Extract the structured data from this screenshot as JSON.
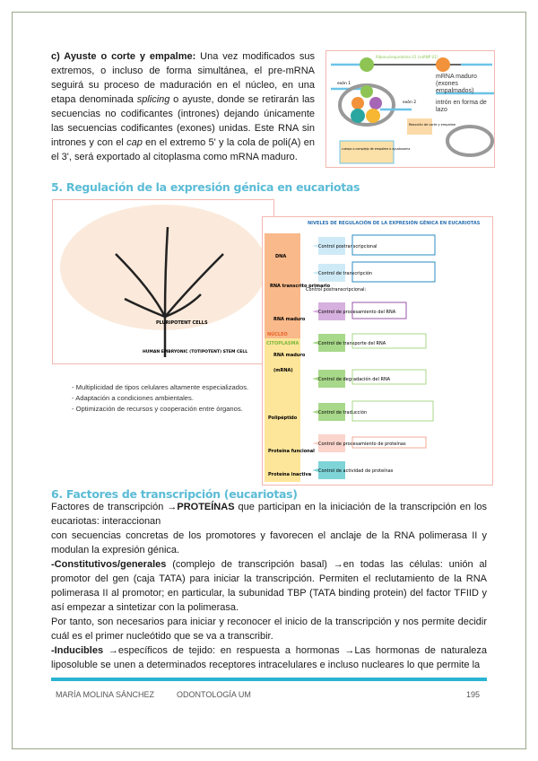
{
  "section_c": {
    "lead": "c) Ayuste o corte y empalme:",
    "text1": " Una vez modificados sus extremos, o incluso de forma simultánea, el pre-mRNA seguirá su proceso de maduración en el núcleo, en una etapa denominada ",
    "italic1": "splicing",
    "text2": " o ayuste, donde se retirarán las secuencias no codificantes (intrones) dejando únicamente las secuencias codificantes (exones) unidas. Este RNA sin intrones y con el ",
    "italic2": "cap",
    "text3": " en el extremo 5' y la cola de poli(A) en el 3', será exportado al citoplasma como mRNA maduro."
  },
  "splicing_figure": {
    "exon1": "exón 1",
    "exon2": "exón 2",
    "reaction": "Reacción de corte y empalme",
    "mature": "mRNA maduro (exones empalmados)",
    "lariat": "intrón en forma de lazo",
    "spliceosome": "cuerpo o complejo de empalme o ayustosoma",
    "snrnp": "Ribonucleoproteína U1 (snRNP U1)"
  },
  "section5": {
    "heading": "5. Regulación de la expresión génica en eucariotas",
    "tree_root": "HUMAN EMBRYONIC (TOTIPOTENT) STEM CELL",
    "tree_node": "PLURIPOTENT CELLS",
    "bullets": [
      "- Multiplicidad de tipos celulares altamente especializados.",
      "- Adaptación a condiciones ambientales.",
      "- Optimización de recursos y cooperación entre órganos."
    ],
    "diagram": {
      "title": "NIVELES DE REGULACIÓN DE LA EXPRESIÓN GÉNICA EN EUCARIOTAS",
      "nucleus": "NÚCLEO",
      "cytoplasm": "CITOPLASMA",
      "stages": [
        "DNA",
        "RNA transcrito primario",
        "RNA maduro",
        "RNA maduro",
        "(mRNA)",
        "Polipéptido",
        "Proteína funcional",
        "Proteína inactiva"
      ],
      "controls": [
        "Control postranscripcional",
        "Control de transcripción",
        "Control de procesamiento del RNA",
        "Control de transporte del RNA",
        "Control de degradación del RNA",
        "Control de traducción",
        "Control de procesamiento de proteínas",
        "Control de actividad de proteínas"
      ],
      "post_label": "Control postranscripcional:"
    }
  },
  "section6": {
    "heading": "6. Factores de transcripción (eucariotas)",
    "p1a": "Factores de transcripción →",
    "p1b": "PROTEÍNAS",
    "p1c": " que participan en la iniciación de la transcripción en los eucariotas: interaccionan",
    "p2": "con secuencias concretas de los promotores y favorecen el anclaje de la RNA polimerasa II y modulan la expresión génica.",
    "p3a": "-Constitutivos/generales",
    "p3b": " (complejo de transcripción basal) →en todas las células: unión al promotor del gen (caja TATA) para iniciar la transcripción. Permiten el reclutamiento de la RNA polimerasa II al promotor; en particular, la subunidad TBP (TATA binding protein) del factor TFIID y así empezar a sintetizar con la polimerasa.",
    "p4": "Por tanto, son necesarios para iniciar y reconocer el inicio de la transcripción y nos permite decidir cuál es el primer nucleótido que se va a transcribir.",
    "p5a": "-Inducibles",
    "p5b": " →específicos de tejido: en respuesta a hormonas →Las hormonas de naturaleza liposoluble se unen a determinados receptores intracelulares e incluso nucleares lo que permite la"
  },
  "footer": {
    "author": "MARÍA MOLINA SÁNCHEZ",
    "course": "ODONTOLOGÍA UM",
    "page": "195"
  },
  "colors": {
    "heading": "#5bbcd6",
    "footer_bar": "#2ab3d3"
  }
}
